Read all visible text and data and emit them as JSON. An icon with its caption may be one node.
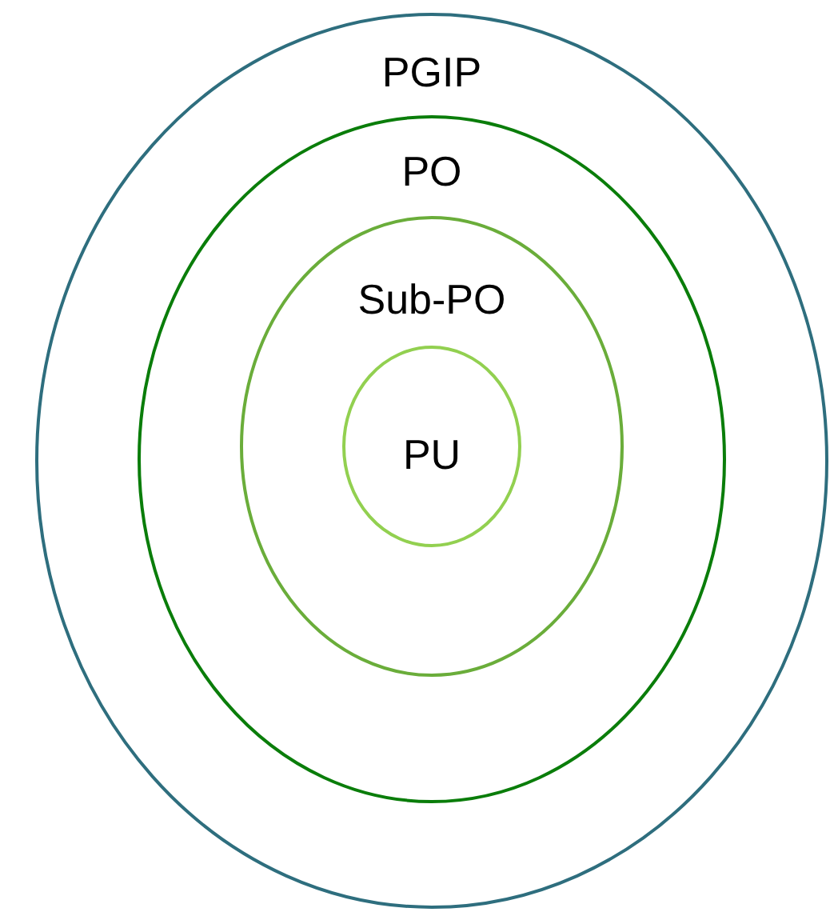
{
  "diagram": {
    "nodes": [
      {
        "text": [
          "PGIP"
        ]
      },
      {
        "text": [
          "PO"
        ],
        "in": 0
      },
      {
        "text": [
          "Sub-PO"
        ],
        "in": 1
      },
      {
        "text": [
          "PU"
        ],
        "in": 2
      }
    ]
  }
}
